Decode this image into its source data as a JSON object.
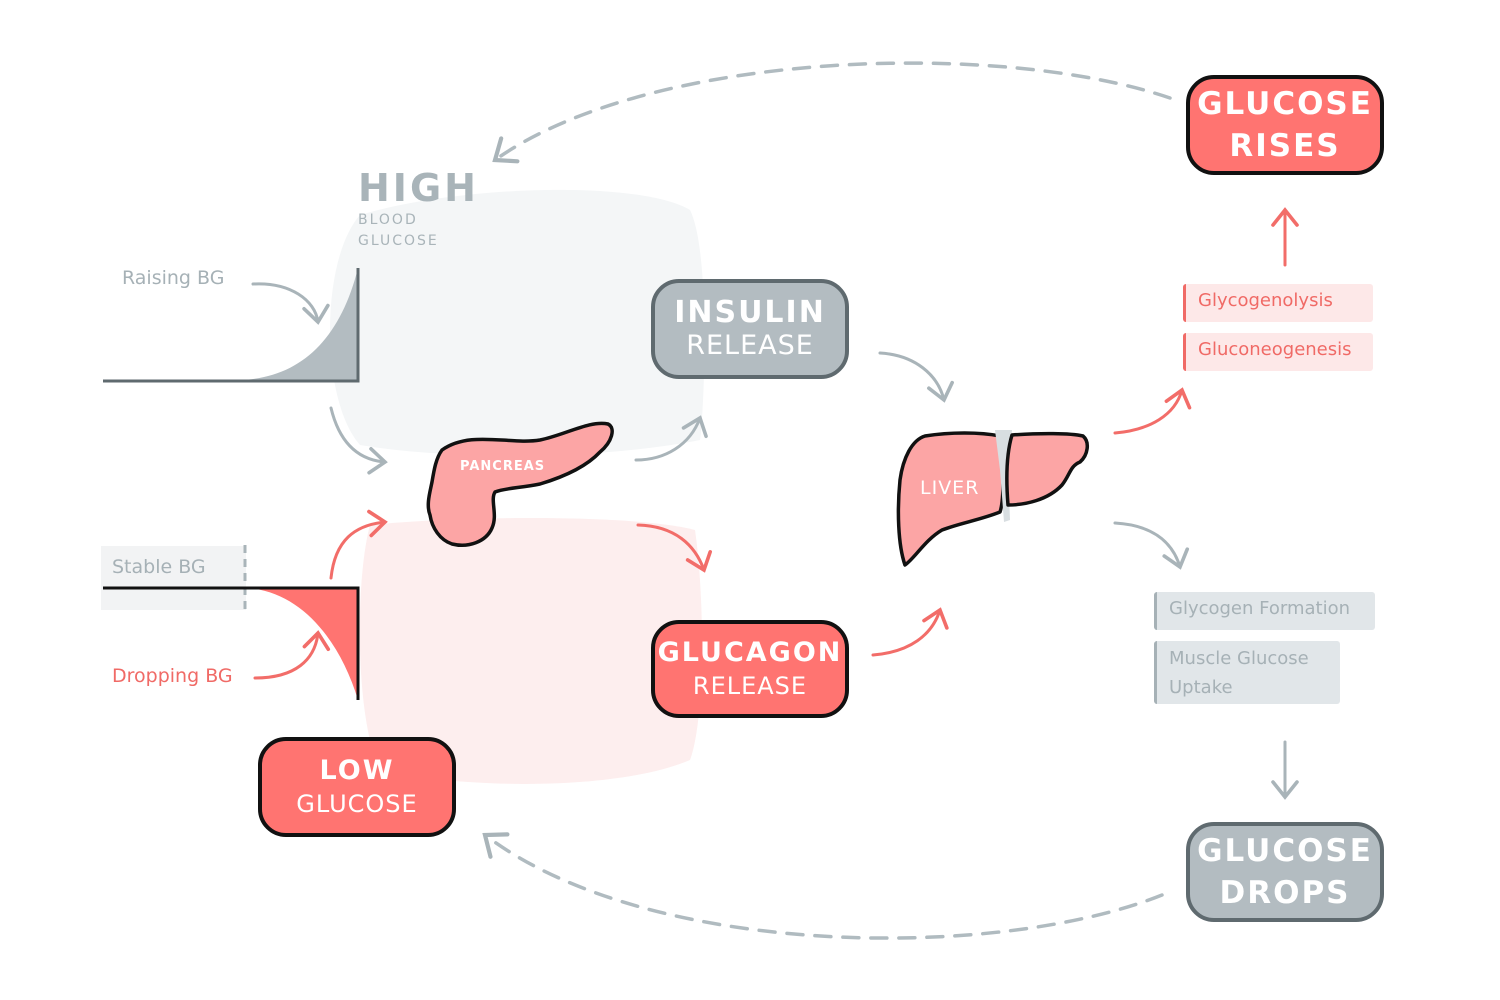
{
  "colors": {
    "accent_red": "#ff7471",
    "accent_grey": "#b3bcc1",
    "organ_pink": "#fca5a5",
    "outline_dark": "#111111",
    "high_zone_bg": "#f4f6f7",
    "low_zone_bg": "#fdeeee"
  },
  "high_label": {
    "title": "HIGH",
    "line1": "BLOOD",
    "line2": "GLUCOSE"
  },
  "curves": {
    "raising": {
      "label": "Raising BG"
    },
    "stable": {
      "label": "Stable BG"
    },
    "dropping": {
      "label": "Dropping BG"
    }
  },
  "organs": {
    "pancreas": "PANCREAS",
    "liver": "LIVER"
  },
  "boxes": {
    "insulin": {
      "line1": "INSULIN",
      "line2": "RELEASE"
    },
    "glucagon": {
      "line1": "GLUCAGON",
      "line2": "RELEASE"
    },
    "low_glucose": {
      "line1": "LOW",
      "line2": "GLUCOSE"
    },
    "glucose_rises": {
      "line1": "GLUCOSE",
      "line2": "RISES"
    },
    "glucose_drops": {
      "line1": "GLUCOSE",
      "line2": "DROPS"
    }
  },
  "processes": {
    "raise": [
      "Glycogenolysis",
      "Gluconeogenesis"
    ],
    "lower": [
      "Glycogen Formation",
      "Muscle Glucose Uptake"
    ]
  }
}
